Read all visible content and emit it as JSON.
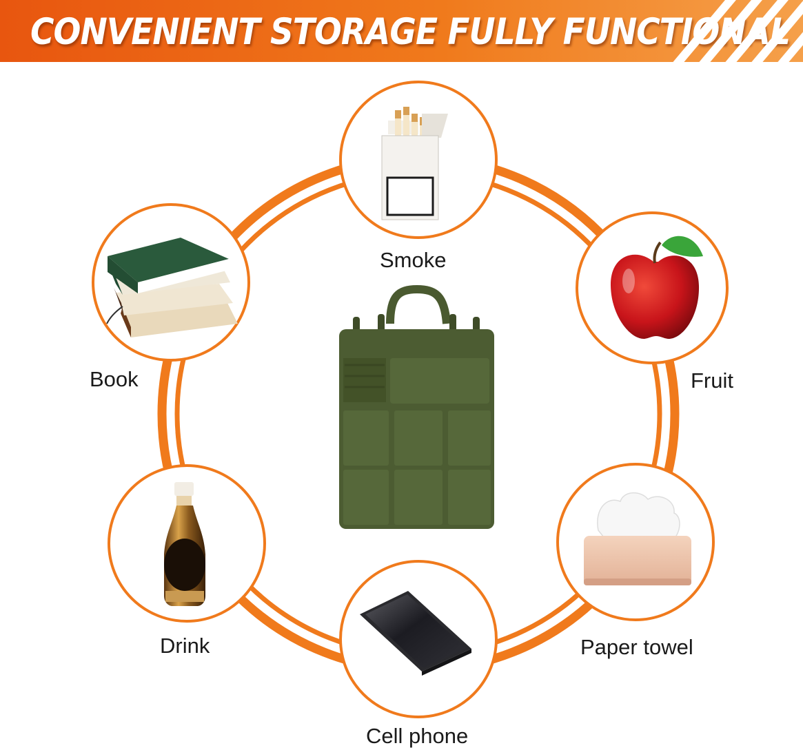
{
  "header": {
    "title": "CONVENIENT STORAGE FULLY FUNCTIONAL"
  },
  "colors": {
    "accent": "#f07a1c",
    "accent_dark": "#e8560f",
    "organizer_green": "#4a5a30"
  },
  "items": [
    {
      "label": "Smoke",
      "icon": "cigarette-pack-icon"
    },
    {
      "label": "Fruit",
      "icon": "apple-icon"
    },
    {
      "label": "Paper towel",
      "icon": "tissue-box-icon"
    },
    {
      "label": "Cell phone",
      "icon": "smartphone-icon"
    },
    {
      "label": "Drink",
      "icon": "bottle-icon"
    },
    {
      "label": "Book",
      "icon": "books-icon"
    }
  ],
  "center": {
    "icon": "seat-back-organizer-icon"
  }
}
